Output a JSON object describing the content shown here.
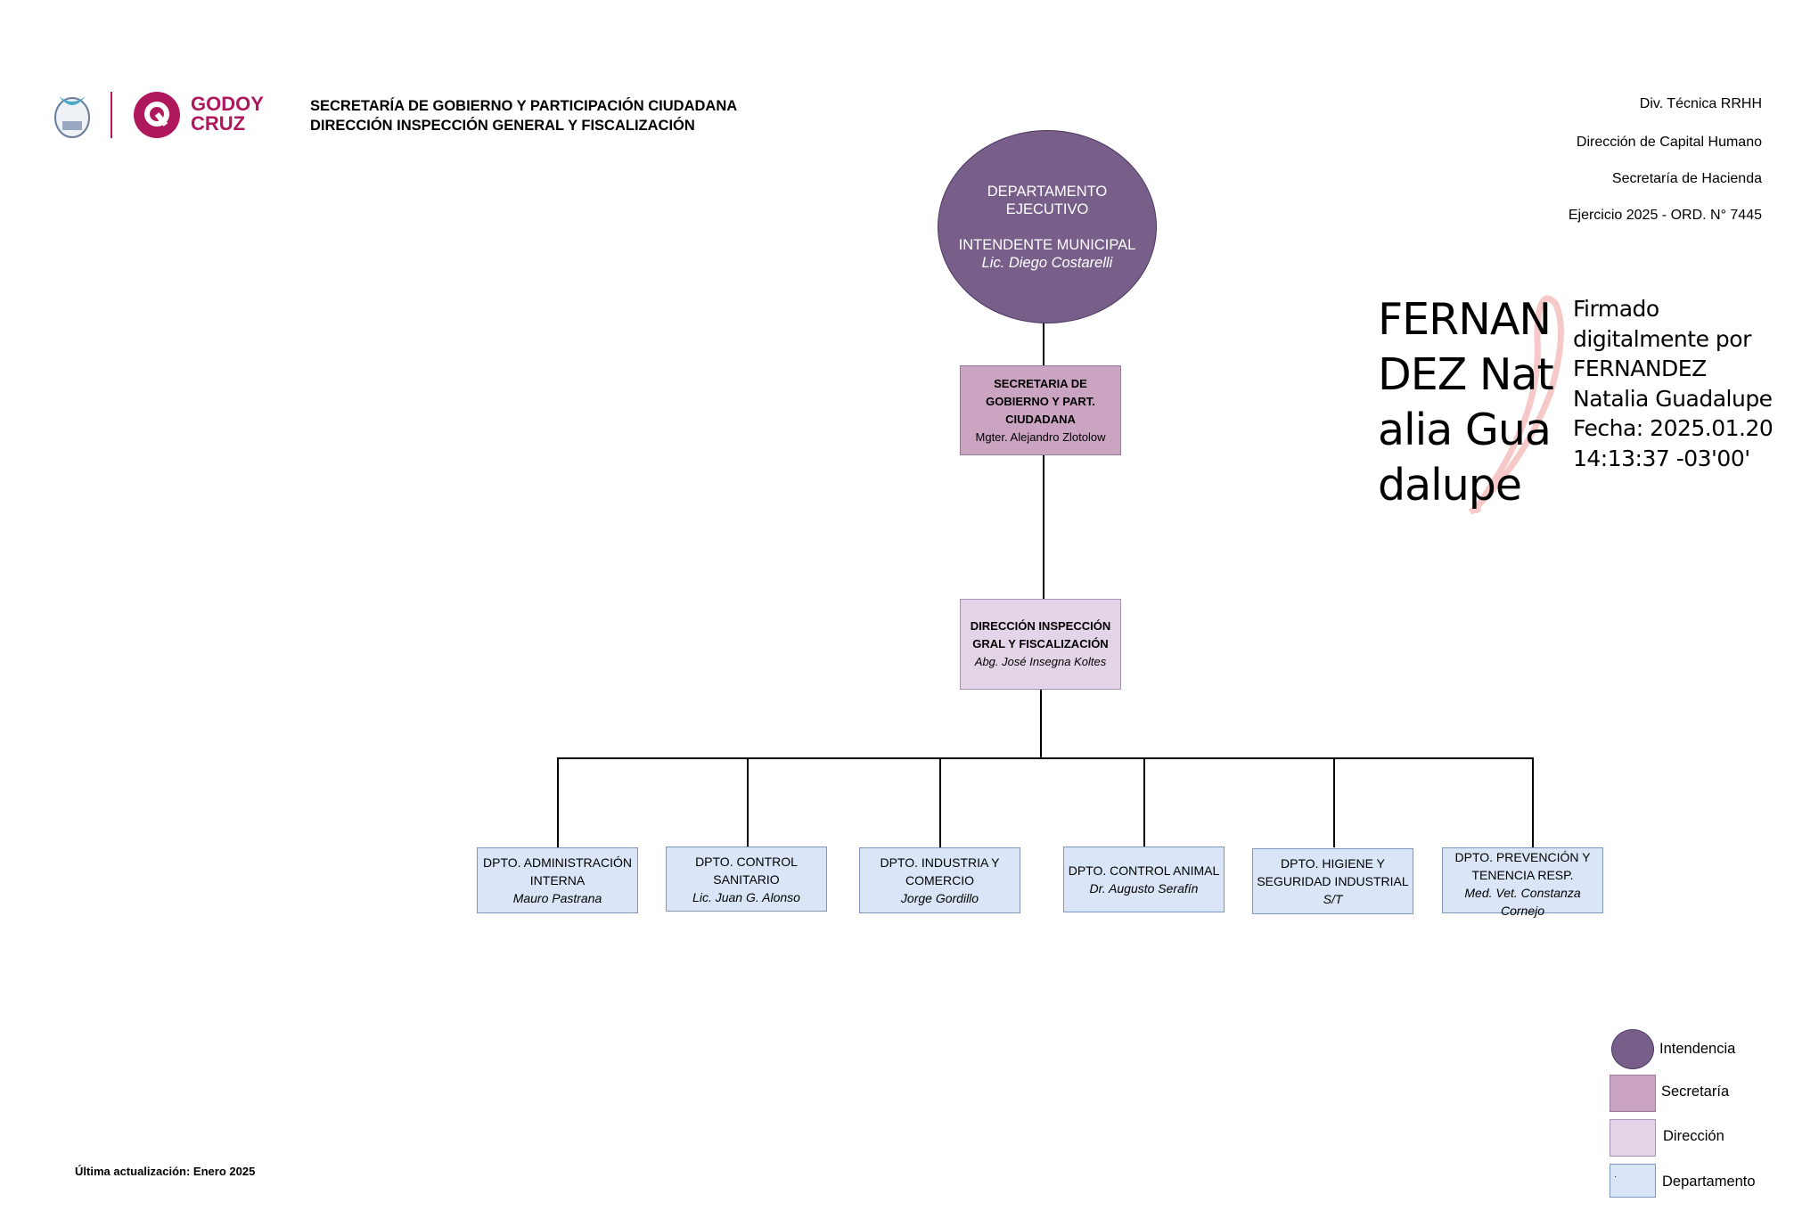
{
  "header": {
    "logo_text": [
      "GODOY",
      "CRUZ"
    ],
    "line1": "SECRETARÍA DE GOBIERNO Y PARTICIPACIÓN CIUDADANA",
    "line2": "DIRECCIÓN INSPECCIÓN GENERAL Y FISCALIZACIÓN"
  },
  "right_info": [
    "Div. Técnica RRHH",
    "Dirección de Capital Humano",
    "Secretaría de Hacienda",
    "Ejercicio 2025 - ORD. N° 7445"
  ],
  "executive": {
    "line1": "DEPARTAMENTO",
    "line2": "EJECUTIVO",
    "line3": "INTENDENTE MUNICIPAL",
    "name": "Lic. Diego Costarelli"
  },
  "secretaria": {
    "title": "SECRETARIA DE GOBIERNO Y PART. CIUDADANA",
    "name": "Mgter. Alejandro Zlotolow"
  },
  "direccion": {
    "title": "DIRECCIÓN INSPECCIÓN GRAL Y FISCALIZACIÓN",
    "name": "Abg. José Insegna Koltes"
  },
  "departments": [
    {
      "title": "DPTO. ADMINISTRACIÓN INTERNA",
      "name": "Mauro Pastrana"
    },
    {
      "title": "DPTO. CONTROL SANITARIO",
      "name": "Lic. Juan G. Alonso"
    },
    {
      "title": "DPTO. INDUSTRIA Y COMERCIO",
      "name": "Jorge Gordillo"
    },
    {
      "title": "DPTO. CONTROL ANIMAL",
      "name": "Dr. Augusto Serafín"
    },
    {
      "title": "DPTO. HIGIENE Y SEGURIDAD INDUSTRIAL",
      "name": "S/T"
    },
    {
      "title": "DPTO. PREVENCIÓN Y TENENCIA RESP.",
      "name": "Med. Vet. Constanza Cornejo"
    }
  ],
  "signature": {
    "name_large": "FERNANDEZ Natalia Guadalupe",
    "text": "Firmado digitalmente por FERNANDEZ Natalia Guadalupe",
    "date": "Fecha: 2025.01.20",
    "time": "14:13:37 -03'00'"
  },
  "legend": [
    {
      "label": "Intendencia",
      "color": "#775f8a"
    },
    {
      "label": "Secretaría",
      "color": "#cba4c2"
    },
    {
      "label": "Dirección",
      "color": "#e3d5e7"
    },
    {
      "label": "Departamento",
      "color": "#dae6f7",
      "mark": "·"
    }
  ],
  "footer": "Última actualización: Enero 2025"
}
